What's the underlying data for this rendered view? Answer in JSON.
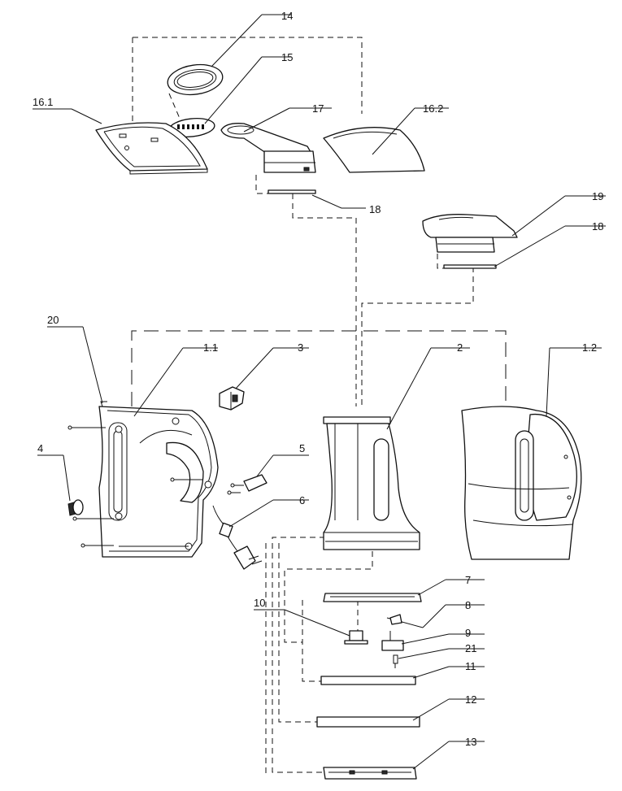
{
  "callouts": {
    "c14": "14",
    "c15": "15",
    "c16_1": "16.1",
    "c17": "17",
    "c16_2": "16.2",
    "c18_top": "18",
    "c19": "19",
    "c18_side": "18",
    "c20": "20",
    "c1_1": "1.1",
    "c3": "3",
    "c2": "2",
    "c1_2": "1.2",
    "c4": "4",
    "c5": "5",
    "c6": "6",
    "c7": "7",
    "c8": "8",
    "c10": "10",
    "c9": "9",
    "c21": "21",
    "c11": "11",
    "c12": "12",
    "c13": "13"
  }
}
